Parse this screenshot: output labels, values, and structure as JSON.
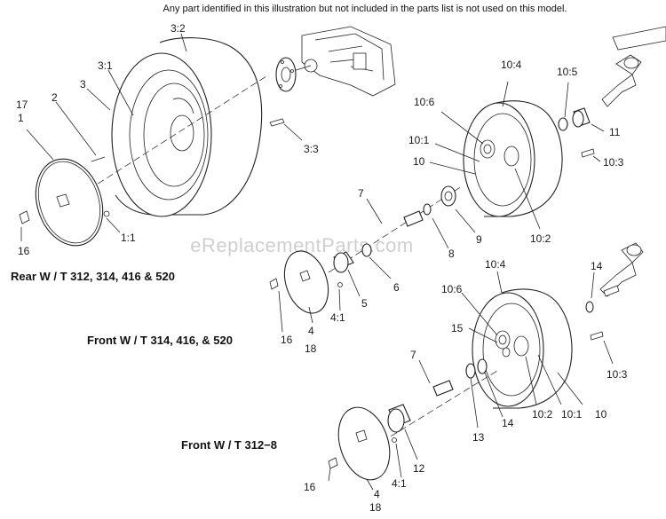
{
  "note": "Any part identified in this illustration but not included in the parts list is not used on this model.",
  "watermark": "eReplacementParts.com",
  "captions": {
    "rear": "Rear W / T 312, 314, 416 & 520",
    "front_a": "Front W / T 314, 416, & 520",
    "front_b": "Front W / T 312−8"
  },
  "callouts": {
    "rear": {
      "c32": "3:2",
      "c31": "3:1",
      "c3": "3",
      "c2": "2",
      "c17": "17",
      "c1": "1",
      "c16": "16",
      "c11": "1:1",
      "c33": "3:3"
    },
    "front_right_top": {
      "c104": "10:4",
      "c105": "10:5",
      "c106": "10:6",
      "c101": "10:1",
      "c10": "10",
      "c11": "11",
      "c103": "10:3",
      "c102": "10:2"
    },
    "front_mid": {
      "c7": "7",
      "c9": "9",
      "c8": "8",
      "c6": "6",
      "c5": "5",
      "c41": "4:1",
      "c16": "16",
      "c4": "4",
      "c18": "18"
    },
    "front_right_bottom": {
      "c104": "10:4",
      "c14a": "14",
      "c106": "10:6",
      "c15": "15",
      "c103": "10:3",
      "c7": "7",
      "c13": "13",
      "c14b": "14",
      "c102": "10:2",
      "c101": "10:1",
      "c10": "10"
    },
    "front_bottom": {
      "c12": "12",
      "c41": "4:1",
      "c16": "16",
      "c4": "4",
      "c18": "18"
    }
  }
}
